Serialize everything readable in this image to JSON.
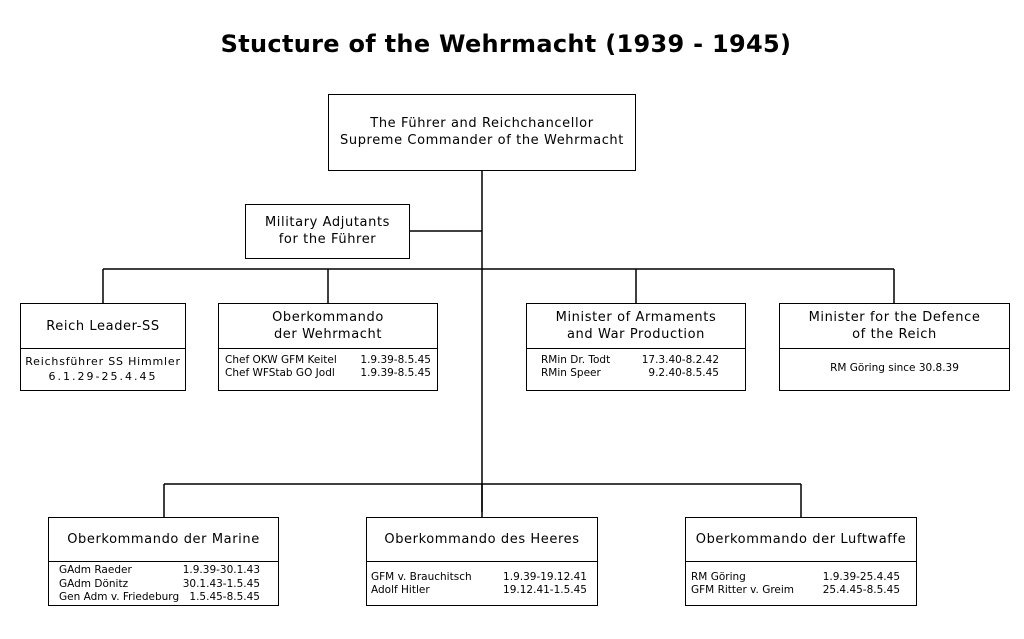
{
  "title": "Stucture of the Wehrmacht (1939 - 1945)",
  "fuehrer": {
    "line1": "The Führer and Reichchancellor",
    "line2": "Supreme Commander of the Wehrmacht"
  },
  "adjutants": {
    "line1": "Military Adjutants",
    "line2": "for the Führer"
  },
  "reich_leader_ss": {
    "header": "Reich Leader-SS",
    "line1": "Reichsführer SS Himmler",
    "line2": "6.1.29-25.4.45"
  },
  "okw": {
    "header1": "Oberkommando",
    "header2": "der Wehrmacht",
    "rows": [
      {
        "name": "Chef OKW GFM Keitel",
        "dates": "1.9.39-8.5.45"
      },
      {
        "name": "Chef WFStab GO Jodl",
        "dates": "1.9.39-8.5.45"
      }
    ]
  },
  "armaments": {
    "header1": "Minister of Armaments",
    "header2": "and War Production",
    "rows": [
      {
        "name": "RMin Dr. Todt",
        "dates": "17.3.40-8.2.42"
      },
      {
        "name": "RMin Speer",
        "dates": "9.2.40-8.5.45"
      }
    ]
  },
  "defence": {
    "header1": "Minister for the Defence",
    "header2": "of the Reich",
    "text": "RM Göring since 30.8.39"
  },
  "marine": {
    "header": "Oberkommando der Marine",
    "rows": [
      {
        "name": "GAdm Raeder",
        "dates": "1.9.39-30.1.43"
      },
      {
        "name": "GAdm Dönitz",
        "dates": "30.1.43-1.5.45"
      },
      {
        "name": "Gen Adm v. Friedeburg",
        "dates": "1.5.45-8.5.45"
      }
    ]
  },
  "heeres": {
    "header": "Oberkommando des Heeres",
    "rows": [
      {
        "name": "GFM v. Brauchitsch",
        "dates": "1.9.39-19.12.41"
      },
      {
        "name": "Adolf Hitler",
        "dates": "19.12.41-1.5.45"
      }
    ]
  },
  "luftwaffe": {
    "header": "Oberkommando der Luftwaffe",
    "rows": [
      {
        "name": "RM Göring",
        "dates": "1.9.39-25.4.45"
      },
      {
        "name": "GFM Ritter v. Greim",
        "dates": "25.4.45-8.5.45"
      }
    ]
  }
}
